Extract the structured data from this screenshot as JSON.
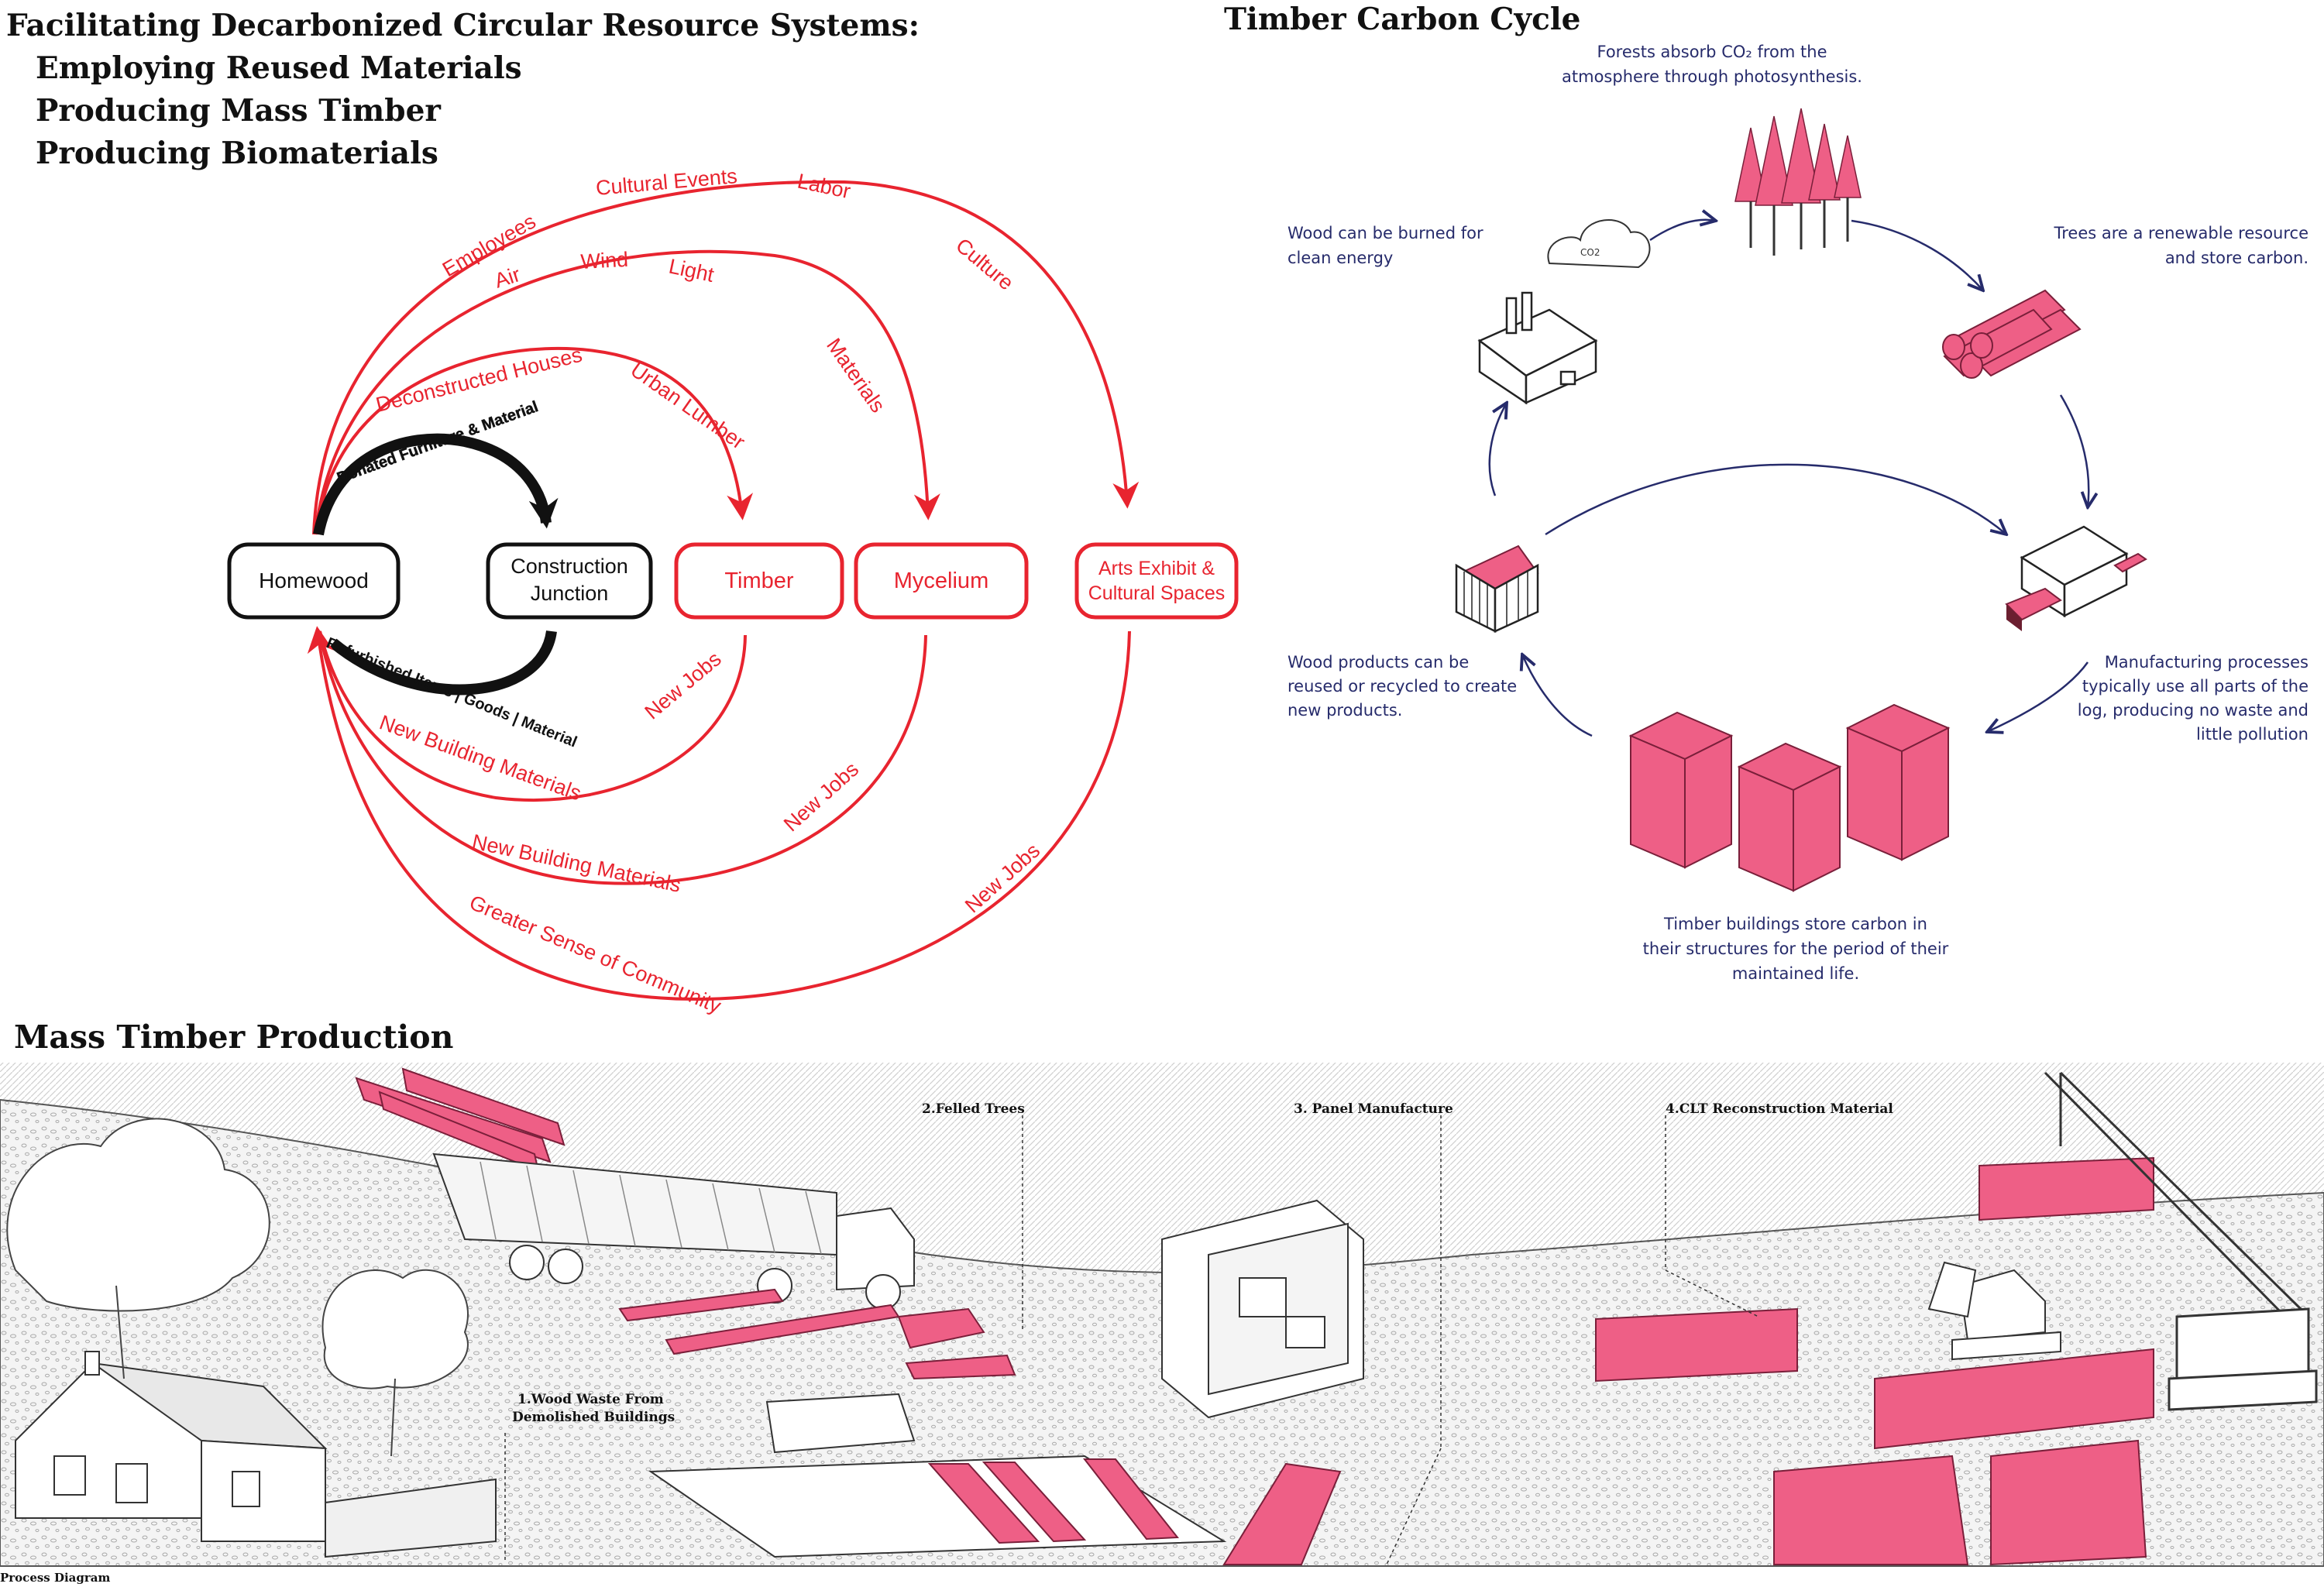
{
  "colors": {
    "red": "#e8242f",
    "pink": "#f0557a",
    "pink_fill": "#ee5f86",
    "black": "#111111",
    "navy": "#262b6b"
  },
  "title": {
    "line1": "Facilitating Decarbonized Circular Resource Systems:",
    "line2": "Employing Reused Materials",
    "line3": "Producing Mass Timber",
    "line4": "Producing Biomaterials"
  },
  "flow": {
    "nodes": {
      "homewood": "Homewood",
      "construction_1": "Construction",
      "construction_2": "Junction",
      "timber": "Timber",
      "mycelium": "Mycelium",
      "arts_1": "Arts Exhibit &",
      "arts_2": "Cultural Spaces"
    },
    "labels": {
      "employees": "Employees",
      "cultural_events": "Cultural Events",
      "labor": "Labor",
      "culture": "Culture",
      "air": "Air",
      "wind": "Wind",
      "light": "Light",
      "materials": "Materials",
      "deconstructed": "Deconstructed Houses",
      "urban_lumber": "Urban Lumber",
      "donated": "Donated Furniture & Material",
      "refurbished": "Refurbished Items | Goods | Material",
      "new_building_1": "New Building Materials",
      "new_jobs_1": "New Jobs",
      "new_building_2": "New Building Materials",
      "new_jobs_2": "New Jobs",
      "community": "Greater Sense of Community",
      "new_jobs_3": "New Jobs"
    }
  },
  "carbon_cycle": {
    "title": "Timber Carbon Cycle",
    "forests_1": "Forests absorb CO₂ from the",
    "forests_2": "atmosphere through photosynthesis.",
    "burned_1": "Wood can be burned for",
    "burned_2": "clean energy",
    "renewable_1": "Trees are a renewable resource",
    "renewable_2": "and store carbon.",
    "reused_1": "Wood products can be",
    "reused_2": "reused or recycled to create",
    "reused_3": "new products.",
    "manufacturing_1": "Manufacturing processes",
    "manufacturing_2": "typically use all parts of the",
    "manufacturing_3": "log, producing no waste and",
    "manufacturing_4": "little pollution",
    "buildings_1": "Timber buildings store carbon in",
    "buildings_2": "their structures for the period of their",
    "buildings_3": "maintained life.",
    "cloud_label": "CO2"
  },
  "production": {
    "title": "Mass Timber Production",
    "step1_a": "1.Wood Waste From",
    "step1_b": "Demolished Buildings",
    "step2": "2.Felled Trees",
    "step3": "3. Panel Manufacture",
    "step4": "4.CLT Reconstruction Material",
    "caption": "Process Diagram"
  }
}
